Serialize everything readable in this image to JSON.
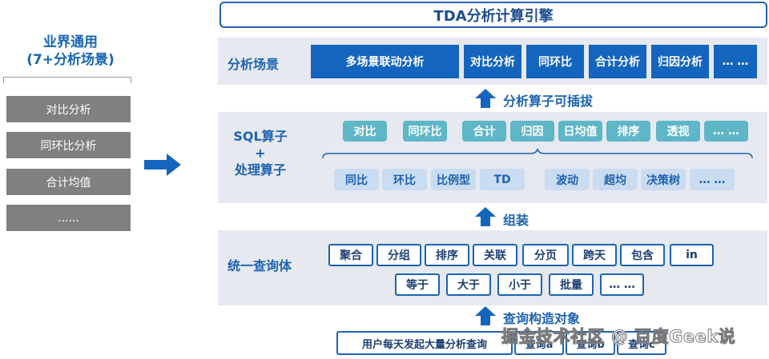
{
  "left": {
    "title_line1": "业界通用",
    "title_line2": "(7+分析场景)",
    "items": [
      "对比分析",
      "同环比分析",
      "合计均值",
      "......"
    ]
  },
  "title": "TDA分析计算引擎",
  "scene": {
    "label": "分析场景",
    "items": [
      "多场景联动分析",
      "对比分析",
      "同环比",
      "合计分析",
      "归因分析",
      "… …"
    ]
  },
  "arrows": {
    "pluggable": "分析算子可插拔",
    "assemble": "组装",
    "query_build": "查询构造对象"
  },
  "sql": {
    "label_line1": "SQL算子",
    "label_line2": "+",
    "label_line3": "处理算子",
    "row1": [
      "对比",
      "同环比",
      "合计",
      "归因",
      "日均值",
      "排序",
      "透视",
      "… …"
    ],
    "row2": [
      "同比",
      "环比",
      "比例型",
      "TD",
      "波动",
      "超均",
      "决策树",
      "… …"
    ]
  },
  "unified": {
    "label": "统一查询体",
    "row1": [
      "聚合",
      "分组",
      "排序",
      "关联",
      "分页",
      "跨天",
      "包含",
      "in"
    ],
    "row2": [
      "等于",
      "大于",
      "小于",
      "批量",
      "… …"
    ]
  },
  "bottom": {
    "items": [
      "用户每天发起大量分析查询",
      "查询a",
      "查询b",
      "查询c"
    ]
  },
  "watermark": "掘金技术社区 @ 百度Geek说",
  "colors": {
    "primary_blue": "#1465bd",
    "teal": "#5fb6c6",
    "light_blue": "#c9dcf1",
    "panel_gray": "#e6e9f0",
    "left_gray": "#808080"
  }
}
